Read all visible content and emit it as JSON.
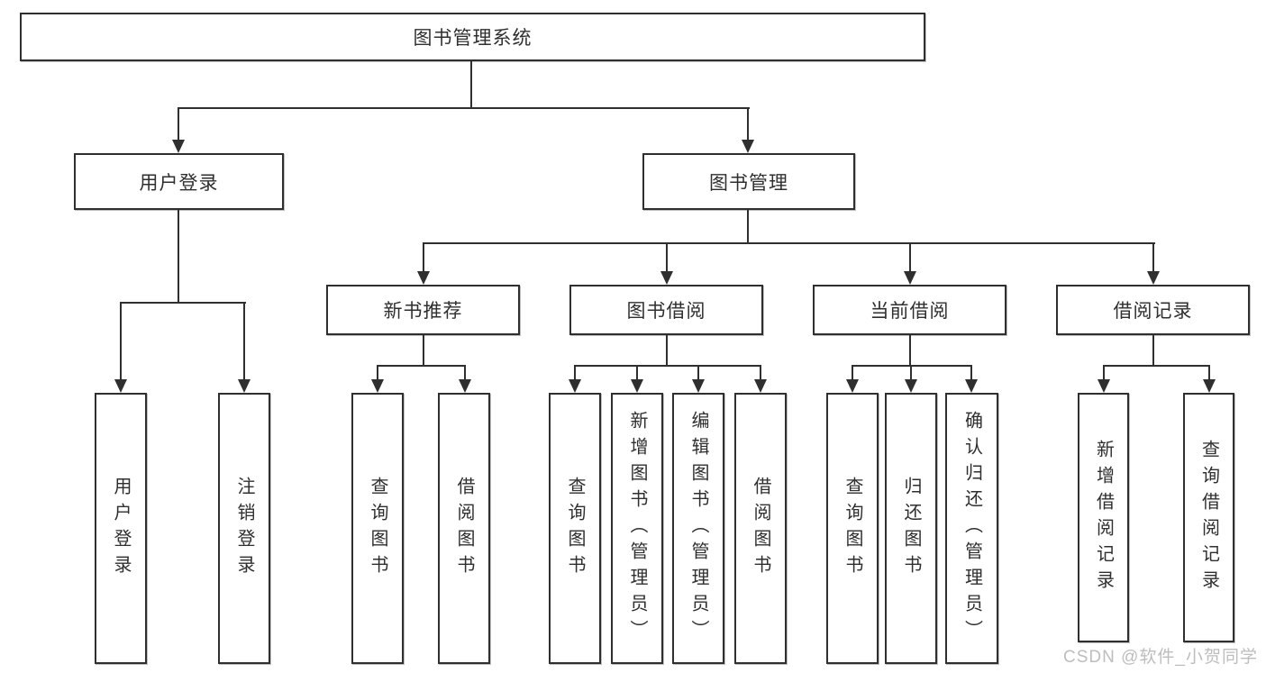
{
  "tree": {
    "root": {
      "label": "图书管理系统"
    },
    "level2": [
      {
        "id": "user-login",
        "label": "用户登录"
      },
      {
        "id": "book-management",
        "label": "图书管理"
      }
    ],
    "level3": [
      {
        "id": "new-book-recommend",
        "label": "新书推荐"
      },
      {
        "id": "book-borrowing",
        "label": "图书借阅"
      },
      {
        "id": "current-borrowing",
        "label": "当前借阅"
      },
      {
        "id": "borrowing-records",
        "label": "借阅记录"
      }
    ],
    "leaves": {
      "user_login": [
        {
          "label": "用户登录"
        },
        {
          "label": "注销登录"
        }
      ],
      "new_book": [
        {
          "label": "查询图书"
        },
        {
          "label": "借阅图书"
        }
      ],
      "book_borrowing": [
        {
          "label": "查询图书"
        },
        {
          "label": "新增图书（管理员）"
        },
        {
          "label": "编辑图书（管理员）"
        },
        {
          "label": "借阅图书"
        }
      ],
      "current_borrowing": [
        {
          "label": "查询图书"
        },
        {
          "label": "归还图书"
        },
        {
          "label": "确认归还（管理员）"
        }
      ],
      "borrowing_records": [
        {
          "label": "新增借阅记录"
        },
        {
          "label": "查询借阅记录"
        }
      ]
    }
  },
  "watermark": "CSDN @软件_小贺同学",
  "colors": {
    "stroke": "#2f2f2f",
    "text": "#2f2f2f",
    "watermark": "#bdbdbd",
    "background": "#ffffff"
  }
}
